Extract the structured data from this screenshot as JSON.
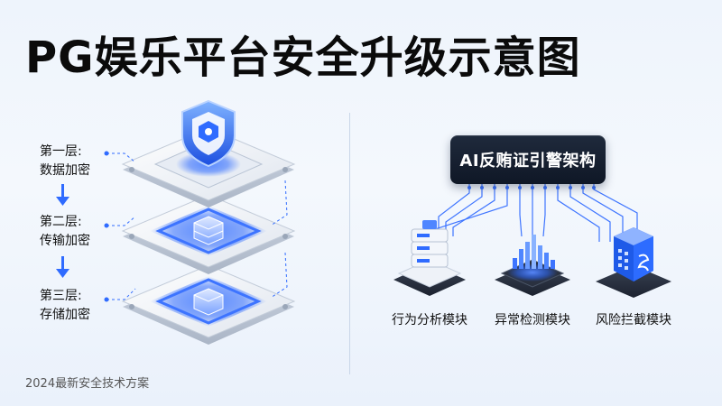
{
  "title": "PG娱乐平台安全升级示意图",
  "footer": "2024最新安全技术方案",
  "layers": [
    {
      "line1": "第一层:",
      "line2": "数据加密"
    },
    {
      "line1": "第二层:",
      "line2": "传输加密"
    },
    {
      "line1": "第三层:",
      "line2": "存储加密"
    }
  ],
  "architecture": {
    "label": "AI反贿证引警架构"
  },
  "modules": [
    {
      "label": "行为分析模块",
      "icon": "server-stack-icon"
    },
    {
      "label": "异常检测模块",
      "icon": "bar-chart-icon"
    },
    {
      "label": "风险拦截模块",
      "icon": "firewall-icon"
    }
  ],
  "colors": {
    "accent": "#2f6bff",
    "dark": "#0f1726",
    "platform": "#e9edf3"
  }
}
